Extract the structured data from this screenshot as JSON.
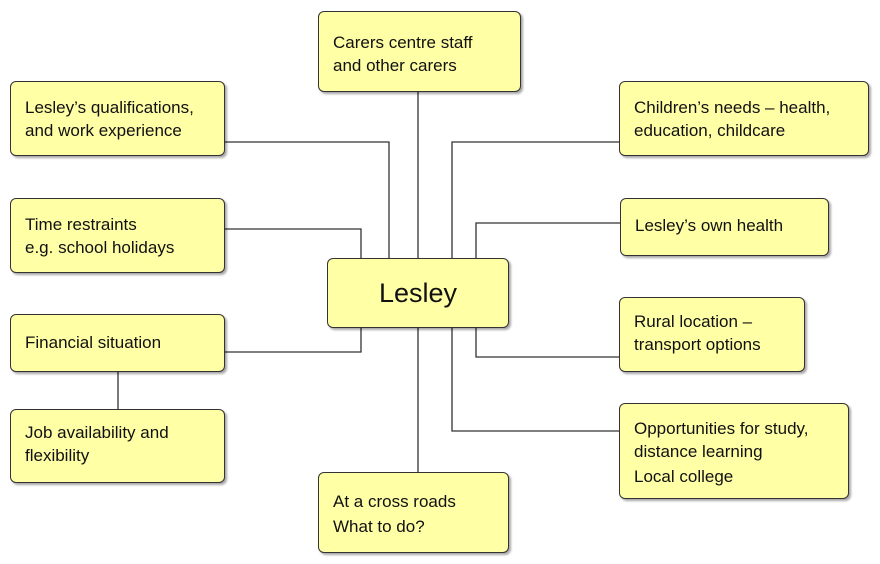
{
  "center": {
    "label": "Lesley"
  },
  "nodes": {
    "carers": {
      "lines": [
        "Carers centre staff",
        "and other carers"
      ]
    },
    "qualifications": {
      "lines": [
        "Lesley’s qualifications,",
        "and work experience"
      ]
    },
    "time": {
      "lines": [
        "Time restraints",
        "e.g. school holidays"
      ]
    },
    "financial": {
      "lines": [
        "Financial situation"
      ]
    },
    "jobs": {
      "lines": [
        "Job availability and",
        "flexibility"
      ]
    },
    "crossroads": {
      "lines": [
        "At a cross roads",
        "What to do?"
      ]
    },
    "children": {
      "lines": [
        "Children’s needs – health,",
        "education, childcare"
      ]
    },
    "health": {
      "lines": [
        "Lesley’s own health"
      ]
    },
    "rural": {
      "lines": [
        "Rural location –",
        "transport options"
      ]
    },
    "study": {
      "lines": [
        "Opportunities for study,",
        "distance learning",
        "Local college"
      ]
    }
  },
  "colors": {
    "box_fill": "#ffffa6",
    "box_border": "#333333",
    "connector": "#333333"
  }
}
